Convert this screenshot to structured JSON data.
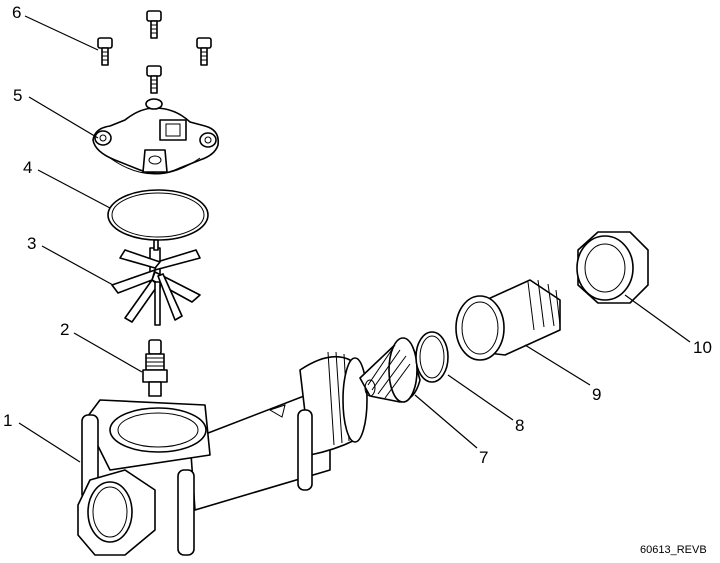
{
  "diagram": {
    "document_ref": "60613_REVB",
    "callouts": [
      {
        "number": "1"
      },
      {
        "number": "2"
      },
      {
        "number": "3"
      },
      {
        "number": "4"
      },
      {
        "number": "5"
      },
      {
        "number": "6"
      },
      {
        "number": "7"
      },
      {
        "number": "8"
      },
      {
        "number": "9"
      },
      {
        "number": "10"
      }
    ]
  }
}
